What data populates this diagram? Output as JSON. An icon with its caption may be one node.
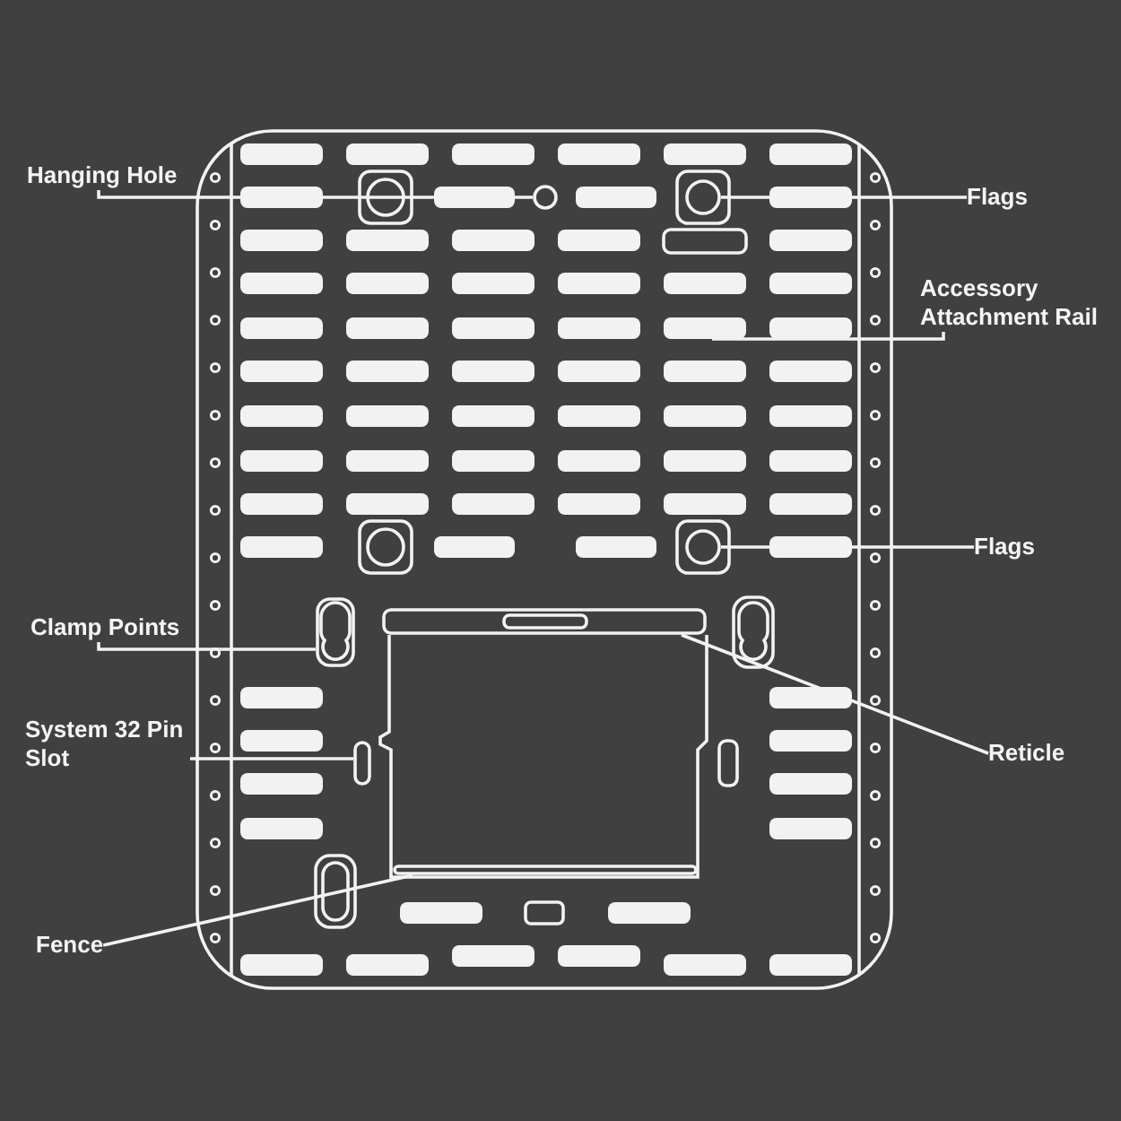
{
  "diagram": {
    "nodes": [
      {
        "text": [
          "Hanging Hole"
        ]
      },
      {
        "text": [
          "Flags"
        ]
      },
      {
        "text": [
          "Accessory Attachment Rail"
        ]
      },
      {
        "text": [
          "Flags"
        ]
      },
      {
        "text": [
          "Clamp Points"
        ]
      },
      {
        "text": [
          "System 32 Pin Slot"
        ]
      },
      {
        "text": [
          "Reticle"
        ]
      },
      {
        "text": [
          "Fence"
        ]
      },
      {
        "text": [],
        "shape": "circle"
      },
      {
        "text": [],
        "shape": "circle"
      },
      {
        "text": [],
        "shape": "circle"
      },
      {
        "text": [],
        "shape": "box"
      },
      {
        "text": [],
        "shape": "bar"
      },
      {
        "text": [],
        "shape": "bar"
      },
      {
        "text": [],
        "shape": "bar"
      }
    ],
    "edges": [
      {
        "from": 0,
        "to": 8,
        "arrow": "none"
      },
      {
        "from": 1,
        "to": 9,
        "arrow": "none"
      },
      {
        "from": 2,
        "to": null,
        "arrow": "none"
      },
      {
        "from": 3,
        "to": 10,
        "arrow": "none"
      },
      {
        "from": 4,
        "to": 11,
        "arrow": "none"
      },
      {
        "from": 5,
        "to": 12,
        "arrow": "none"
      },
      {
        "from": 6,
        "to": 13,
        "arrow": "none"
      },
      {
        "from": 7,
        "to": 14,
        "arrow": "none"
      }
    ]
  }
}
